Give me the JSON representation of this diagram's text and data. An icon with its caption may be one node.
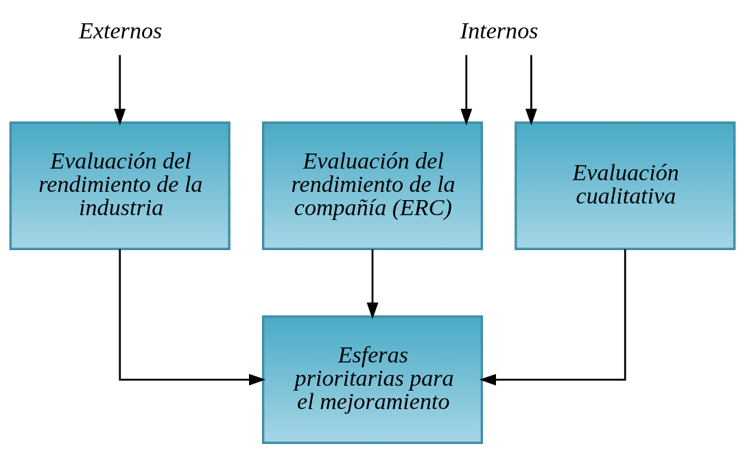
{
  "diagram": {
    "nodes": [
      {
        "text": [
          "Externos"
        ]
      },
      {
        "text": [
          "Internos"
        ]
      },
      {
        "text": [
          "Evaluación del rendimiento de la industria"
        ]
      },
      {
        "text": [
          "Evaluación del rendimiento de la compañía (ERC)"
        ]
      },
      {
        "text": [
          "Evaluación cualitativa"
        ]
      },
      {
        "text": [
          "Esferas prioritarias para el mejoramiento"
        ]
      }
    ],
    "edges": [
      {
        "from": 0,
        "to": 2,
        "arrow": "to"
      },
      {
        "from": 1,
        "to": 3,
        "arrow": "to"
      },
      {
        "from": 1,
        "to": 4,
        "arrow": "to"
      },
      {
        "from": 2,
        "to": 5,
        "arrow": "to"
      },
      {
        "from": 3,
        "to": 5,
        "arrow": "to"
      },
      {
        "from": 4,
        "to": 5,
        "arrow": "to"
      }
    ]
  }
}
